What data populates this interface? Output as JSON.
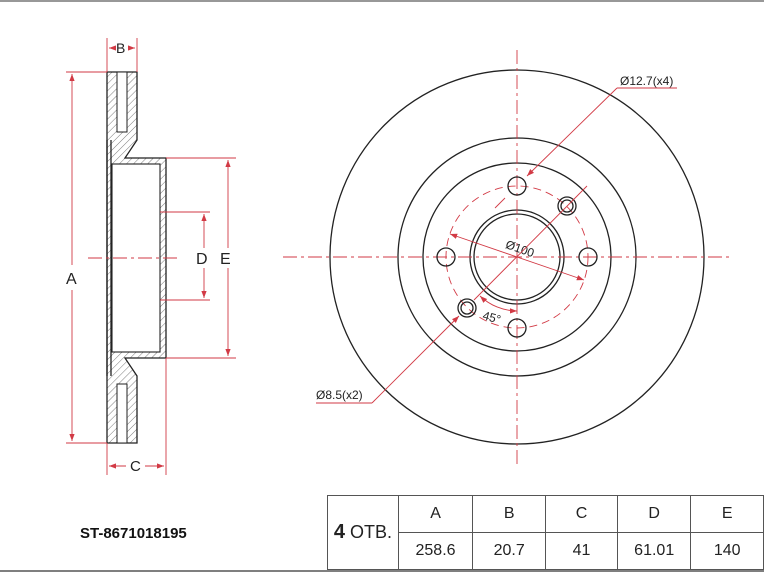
{
  "part_number": "ST-8671018195",
  "side_view_labels": {
    "a": "A",
    "b": "B",
    "c": "C",
    "d": "D",
    "e": "E"
  },
  "front_view_labels": {
    "bolt_hole": "Ø12.7(x4)",
    "small_hole": "Ø8.5(x2)",
    "pcd": "Ø100",
    "angle": "45°"
  },
  "spec_table": {
    "holes_count": "4",
    "holes_suffix": "ОТВ.",
    "headers": [
      "A",
      "B",
      "C",
      "D",
      "E"
    ],
    "values": [
      "258.6",
      "20.7",
      "41",
      "61.01",
      "140"
    ]
  },
  "colors": {
    "dimension": "#d23a45",
    "outline": "#222222"
  }
}
